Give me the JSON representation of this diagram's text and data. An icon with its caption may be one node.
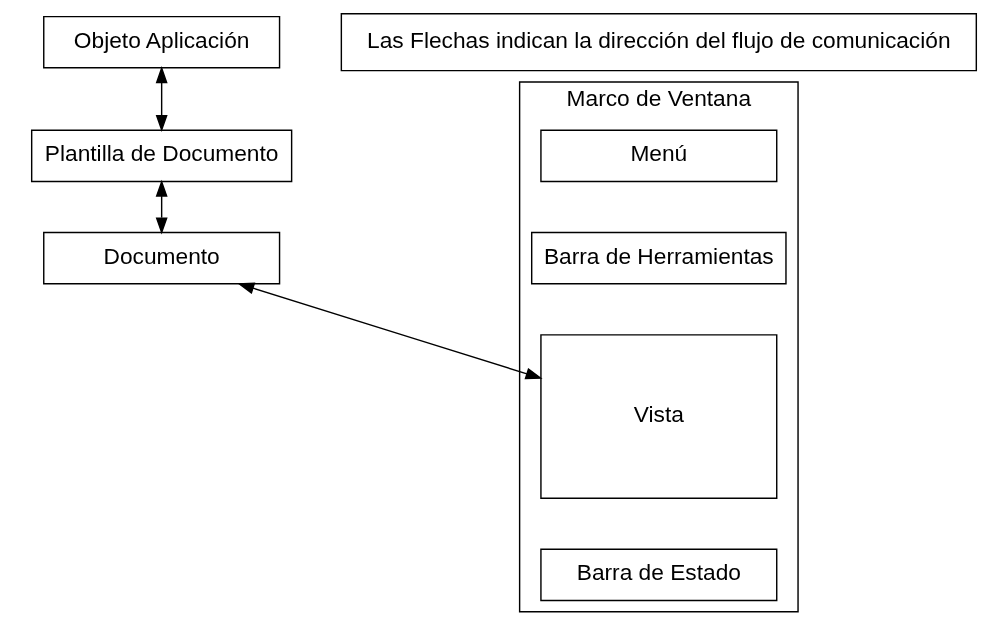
{
  "diagram": {
    "nodes": [
      {
        "text": [
          "Objeto Aplicación"
        ]
      },
      {
        "text": [
          "Plantilla de Documento"
        ]
      },
      {
        "text": [
          "Documento"
        ]
      },
      {
        "text": [
          "Las Flechas indican la dirección del flujo de comunicación"
        ]
      },
      {
        "text": [
          "Marco de Ventana"
        ]
      },
      {
        "text": [
          "Menú"
        ],
        "in": 4
      },
      {
        "text": [
          "Barra de Herramientas"
        ],
        "in": 4
      },
      {
        "text": [
          "Vista"
        ],
        "in": 4
      },
      {
        "text": [
          "Barra de Estado"
        ],
        "in": 4
      }
    ],
    "edges": [
      {
        "from": 0,
        "to": 1,
        "arrow": "both"
      },
      {
        "from": 1,
        "to": 2,
        "arrow": "both"
      },
      {
        "from": 2,
        "to": 7,
        "arrow": "both"
      }
    ]
  }
}
